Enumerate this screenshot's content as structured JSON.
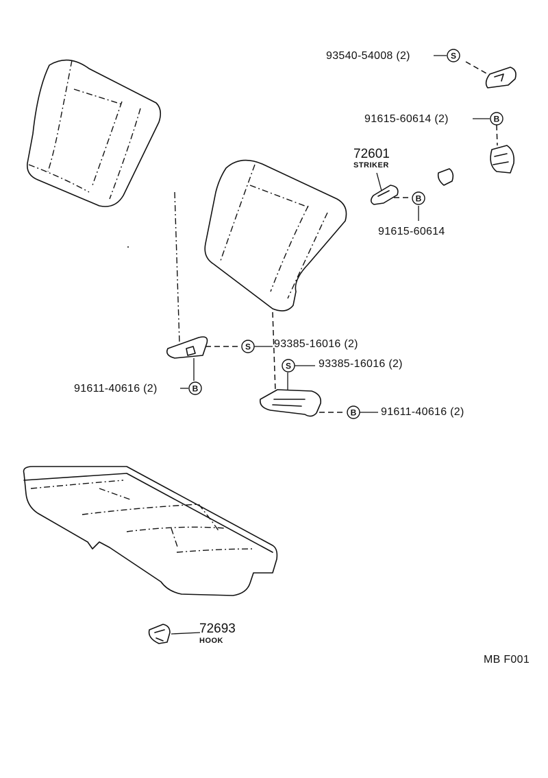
{
  "labels": {
    "screw_top": "93540-54008 (2)",
    "bolt_top": "91615-60614 (2)",
    "striker_num": "72601",
    "striker_name": "STRIKER",
    "bolt_striker": "91615-60614",
    "screw_mid1": "93385-16016 (2)",
    "screw_mid2": "93385-16016 (2)",
    "bolt_left": "91611-40616 (2)",
    "bolt_right": "91611-40616 (2)",
    "hook_num": "72693",
    "hook_name": "HOOK",
    "figure_code": "MB F001"
  },
  "symbols": {
    "screw": "S",
    "bolt": "B"
  }
}
